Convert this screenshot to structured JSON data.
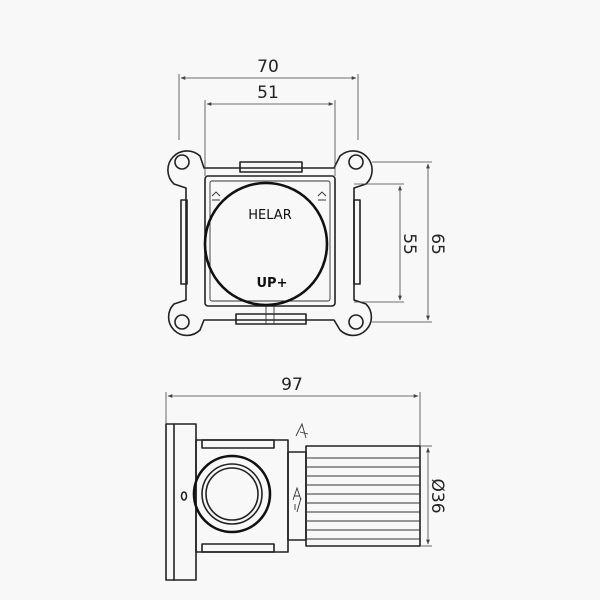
{
  "dimensions": {
    "top_overall_width": "70",
    "top_inner_width": "51",
    "right_inner_height": "55",
    "right_overall_height": "65",
    "side_overall_width": "97",
    "side_diameter": "Ø36"
  },
  "face_labels": {
    "brand": "HELAR",
    "direction": "UP+"
  }
}
